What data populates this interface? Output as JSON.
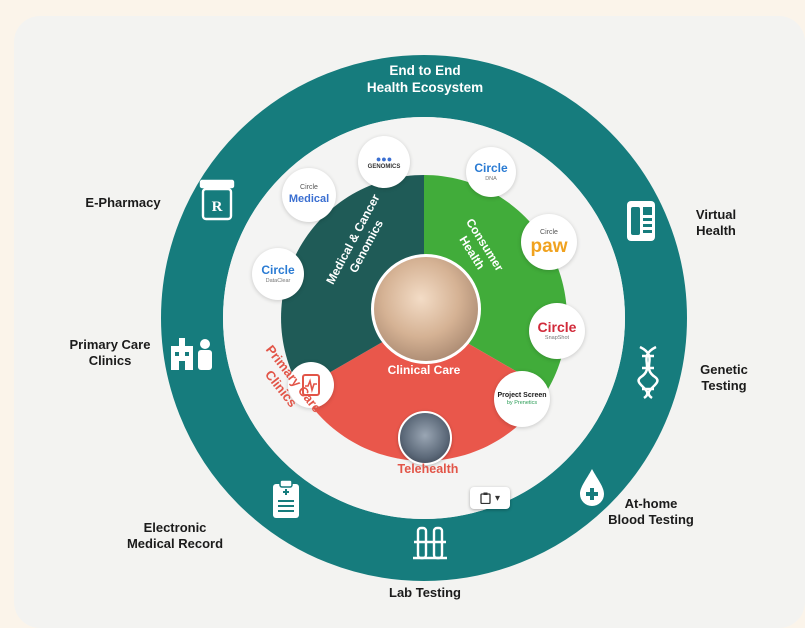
{
  "title": {
    "line1": "End to End",
    "line2": "Health Ecosystem"
  },
  "outer_labels": {
    "e_pharmacy": "E-Pharmacy",
    "virtual_health": [
      "Virtual",
      "Health"
    ],
    "primary_care_clinics": [
      "Primary Care",
      "Clinics"
    ],
    "genetic_testing": [
      "Genetic",
      "Testing"
    ],
    "electronic_medical_record": [
      "Electronic",
      "Medical Record"
    ],
    "at_home_blood_testing": [
      "At-home",
      "Blood Testing"
    ],
    "lab_testing": "Lab Testing"
  },
  "outer_icons": {
    "e_pharmacy": "rx-bottle-icon",
    "virtual_health": "phone-icon",
    "primary_care": "hospital-doctor-icon",
    "genetic_testing": "dna-icon",
    "emr": "clipboard-icon",
    "blood_testing": "blood-drop-icon",
    "lab_testing": "test-tubes-icon"
  },
  "sectors": {
    "medical_cancer_genomics": [
      "Medical & Cancer",
      "Genomics"
    ],
    "consumer_health": [
      "Consumer",
      "Health"
    ],
    "clinical_care": "Clinical Care"
  },
  "inner_labels": {
    "telehealth": "Telehealth",
    "primary_care_clinics": [
      "Primary Care",
      "Clinics"
    ]
  },
  "badges": {
    "genomics": "GENOMICS",
    "circle_medical": {
      "small": "Circle",
      "main": "Medical"
    },
    "circle_dna": {
      "main": "Circle",
      "sub": "DNA"
    },
    "circle_paw": {
      "small": "Circle",
      "main": "paw"
    },
    "circle_dataclear": {
      "main": "Circle",
      "sub": "DataClear"
    },
    "circle_snapshot": {
      "main": "Circle",
      "sub": "SnapShot"
    },
    "project_screen": {
      "main": "Project Screen",
      "sub": "by Prenetics"
    }
  },
  "widget": {
    "icon": "clipboard-icon",
    "caret": "▾"
  },
  "colors": {
    "teal": "#167c7d",
    "dark_teal": "#1f5b57",
    "green": "#41ac3a",
    "coral": "#e9574b",
    "inner_bg": "#f4f4f3"
  }
}
